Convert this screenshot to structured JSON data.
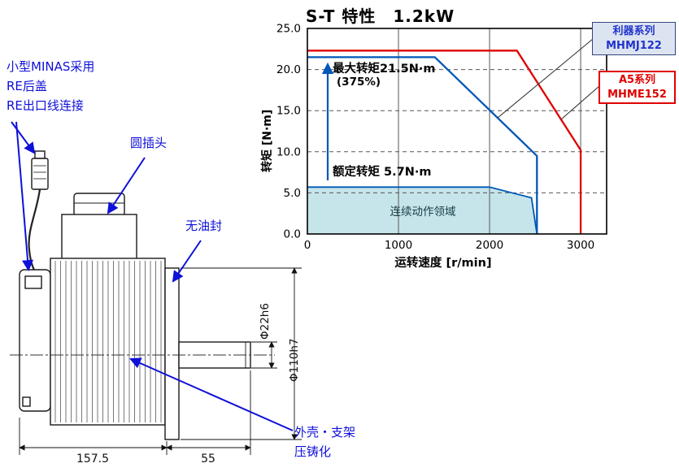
{
  "page": {
    "bg": "#ffffff"
  },
  "chart": {
    "legend": [
      {
        "series": "利器系列",
        "model": "MHMJ122",
        "color": "#2233cc"
      },
      {
        "series": "A5系列",
        "model": "MHME152",
        "color": "#e00000"
      }
    ]
  },
  "chart_data": {
    "type": "line",
    "title": "S-T 特性　1.2kW",
    "xlabel": "运转速度 [r/min]",
    "ylabel": "转矩 [N·m]",
    "xlim": [
      0,
      3285
    ],
    "ylim": [
      0,
      25
    ],
    "xticks": [
      0,
      1000,
      2000,
      3000
    ],
    "xtick_labels": [
      "0",
      "1000",
      "2000",
      "3000"
    ],
    "yticks": [
      0,
      5,
      10,
      15,
      20,
      25
    ],
    "ytick_labels": [
      "0.0",
      "5.0",
      "10.0",
      "15.0",
      "20.0",
      "25.0"
    ],
    "grid": "horizontal dashed, vertical solid",
    "legend_position": "outside-right",
    "series": [
      {
        "id": "mhmj122",
        "name": "利器系列 MHMJ122",
        "color": "#0057b8",
        "points": [
          [
            0,
            21.5
          ],
          [
            1400,
            21.5
          ],
          [
            2520,
            9.5
          ],
          [
            2520,
            0
          ]
        ]
      },
      {
        "id": "mhme152",
        "name": "A5系列 MHME152",
        "color": "#e00000",
        "points": [
          [
            0,
            22.3
          ],
          [
            2300,
            22.3
          ],
          [
            3000,
            10.2
          ],
          [
            3000,
            0
          ]
        ]
      }
    ],
    "continuous_region": {
      "label": "连续动作领域",
      "fill": "#c6e5ea",
      "border": "#0057b8",
      "points": [
        [
          0,
          5.7
        ],
        [
          2000,
          5.7
        ],
        [
          2460,
          4.4
        ],
        [
          2520,
          0
        ]
      ]
    },
    "annotations": {
      "max_torque": "最大转矩21.5N·m",
      "max_torque_pct": "(375%)",
      "rated_torque": "额定转矩  5.7N·m"
    }
  },
  "drawing": {
    "note_minas": "小型MINAS采用\nRE后盖\nRE出口线连接",
    "label_plug": "圆插头",
    "label_no_oil_seal": "无油封",
    "label_housing": "外壳・支架\n压铸化",
    "dim_length_body": "157.5",
    "dim_length_shaft": "55",
    "dim_shaft_dia": "Φ22h6",
    "dim_flange_dia": "Φ110h7"
  }
}
